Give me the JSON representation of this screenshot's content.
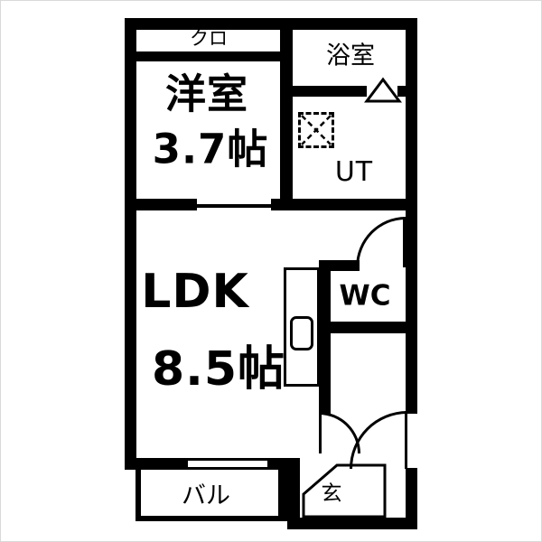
{
  "floorplan": {
    "type": "japanese-apartment-floorplan",
    "colors": {
      "wall": "#000000",
      "floor": "#ffffff"
    },
    "rooms": {
      "closet": {
        "label": "クロ"
      },
      "bathroom": {
        "label": "浴室"
      },
      "western_room": {
        "label": "洋室",
        "size": "3.7帖"
      },
      "utility": {
        "label": "UT"
      },
      "ldk": {
        "label": "LDK",
        "size": "8.5帖"
      },
      "toilet": {
        "label": "WC"
      },
      "balcony": {
        "label": "バル"
      },
      "entrance": {
        "label": "玄"
      }
    },
    "fixtures": {
      "washing_machine": "dashed square with X (laundry space)",
      "kitchen_sink": "rounded rectangle in counter",
      "doors": [
        "bathroom folding door",
        "wc swing door",
        "hall swing door",
        "entrance swing door"
      ]
    }
  }
}
